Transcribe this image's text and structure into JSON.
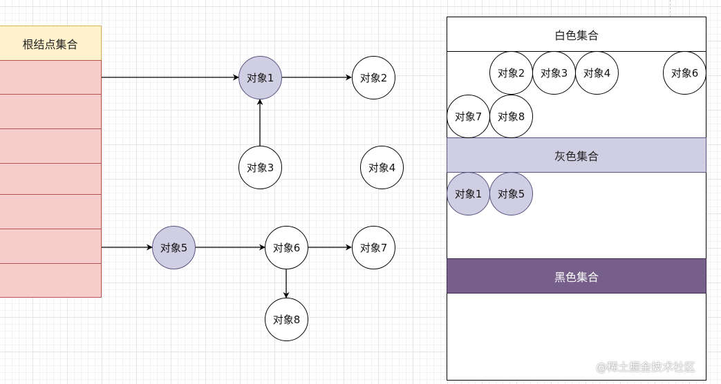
{
  "root_set": {
    "label": "根结点集合",
    "cell_count": 7
  },
  "graph": {
    "nodes": {
      "n1": {
        "label": "对象1",
        "state": "gray"
      },
      "n2": {
        "label": "对象2",
        "state": "white"
      },
      "n3": {
        "label": "对象3",
        "state": "white"
      },
      "n4": {
        "label": "对象4",
        "state": "white"
      },
      "n5": {
        "label": "对象5",
        "state": "gray"
      },
      "n6": {
        "label": "对象6",
        "state": "white"
      },
      "n7": {
        "label": "对象7",
        "state": "white"
      },
      "n8": {
        "label": "对象8",
        "state": "white"
      }
    },
    "edges": [
      {
        "from": "root",
        "to": "对象1"
      },
      {
        "from": "对象1",
        "to": "对象2"
      },
      {
        "from": "对象3",
        "to": "对象1"
      },
      {
        "from": "root",
        "to": "对象5"
      },
      {
        "from": "对象5",
        "to": "对象6"
      },
      {
        "from": "对象6",
        "to": "对象7"
      },
      {
        "from": "对象6",
        "to": "对象8"
      }
    ]
  },
  "sets": {
    "white": {
      "title": "白色集合",
      "members": [
        "对象2",
        "对象3",
        "对象4",
        "对象6",
        "对象7",
        "对象8"
      ]
    },
    "gray": {
      "title": "灰色集合",
      "members": [
        "对象1",
        "对象5"
      ]
    },
    "black": {
      "title": "黑色集合",
      "members": []
    }
  },
  "colors": {
    "root_header_fill": "#fff2cc",
    "root_cell_fill": "#f8cecc",
    "gray_fill": "#d0cee2",
    "black_fill": "#76608a"
  },
  "watermark": "@稀土掘金技术社区"
}
